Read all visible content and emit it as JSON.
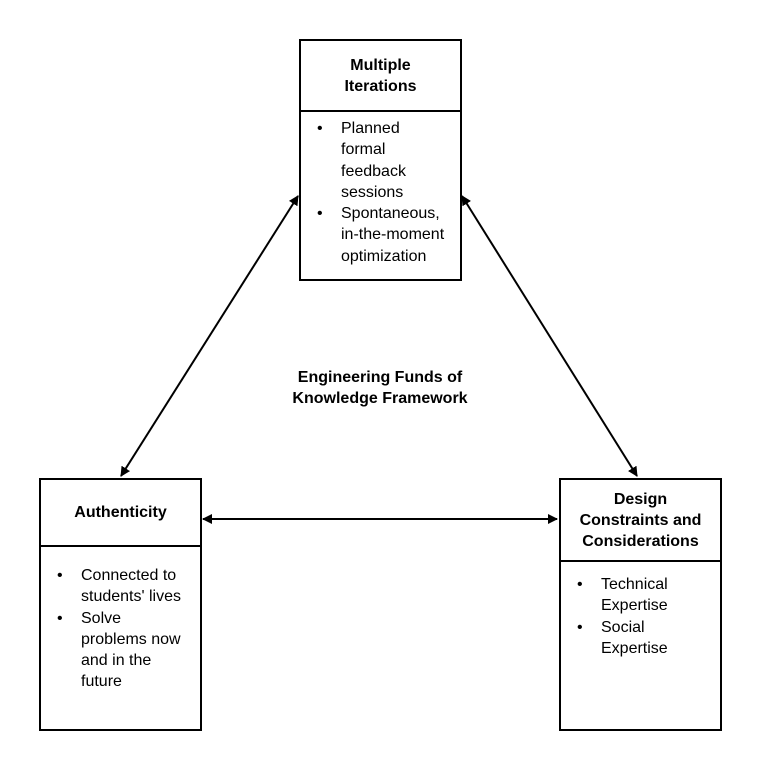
{
  "center_title": {
    "line1": "Engineering Funds of",
    "line2": "Knowledge Framework"
  },
  "nodes": {
    "iterations": {
      "title_lines": [
        "Multiple",
        "Iterations"
      ],
      "items": [
        [
          "Planned",
          "formal",
          "feedback",
          "sessions"
        ],
        [
          "Spontaneous,",
          "in-the-moment",
          "optimization"
        ]
      ]
    },
    "authenticity": {
      "title_lines": [
        "Authenticity"
      ],
      "items": [
        [
          "Connected to",
          "students' lives"
        ],
        [
          "Solve",
          "problems now",
          "and in the",
          "future"
        ]
      ]
    },
    "design": {
      "title_lines": [
        "Design",
        "Constraints and",
        "Considerations"
      ],
      "items": [
        [
          "Technical",
          "Expertise"
        ],
        [
          "Social",
          "Expertise"
        ]
      ]
    }
  },
  "connections": [
    {
      "from": "iterations",
      "to": "authenticity",
      "type": "bidirectional-arrow"
    },
    {
      "from": "iterations",
      "to": "design",
      "type": "bidirectional-arrow"
    },
    {
      "from": "authenticity",
      "to": "design",
      "type": "bidirectional-arrow"
    }
  ]
}
